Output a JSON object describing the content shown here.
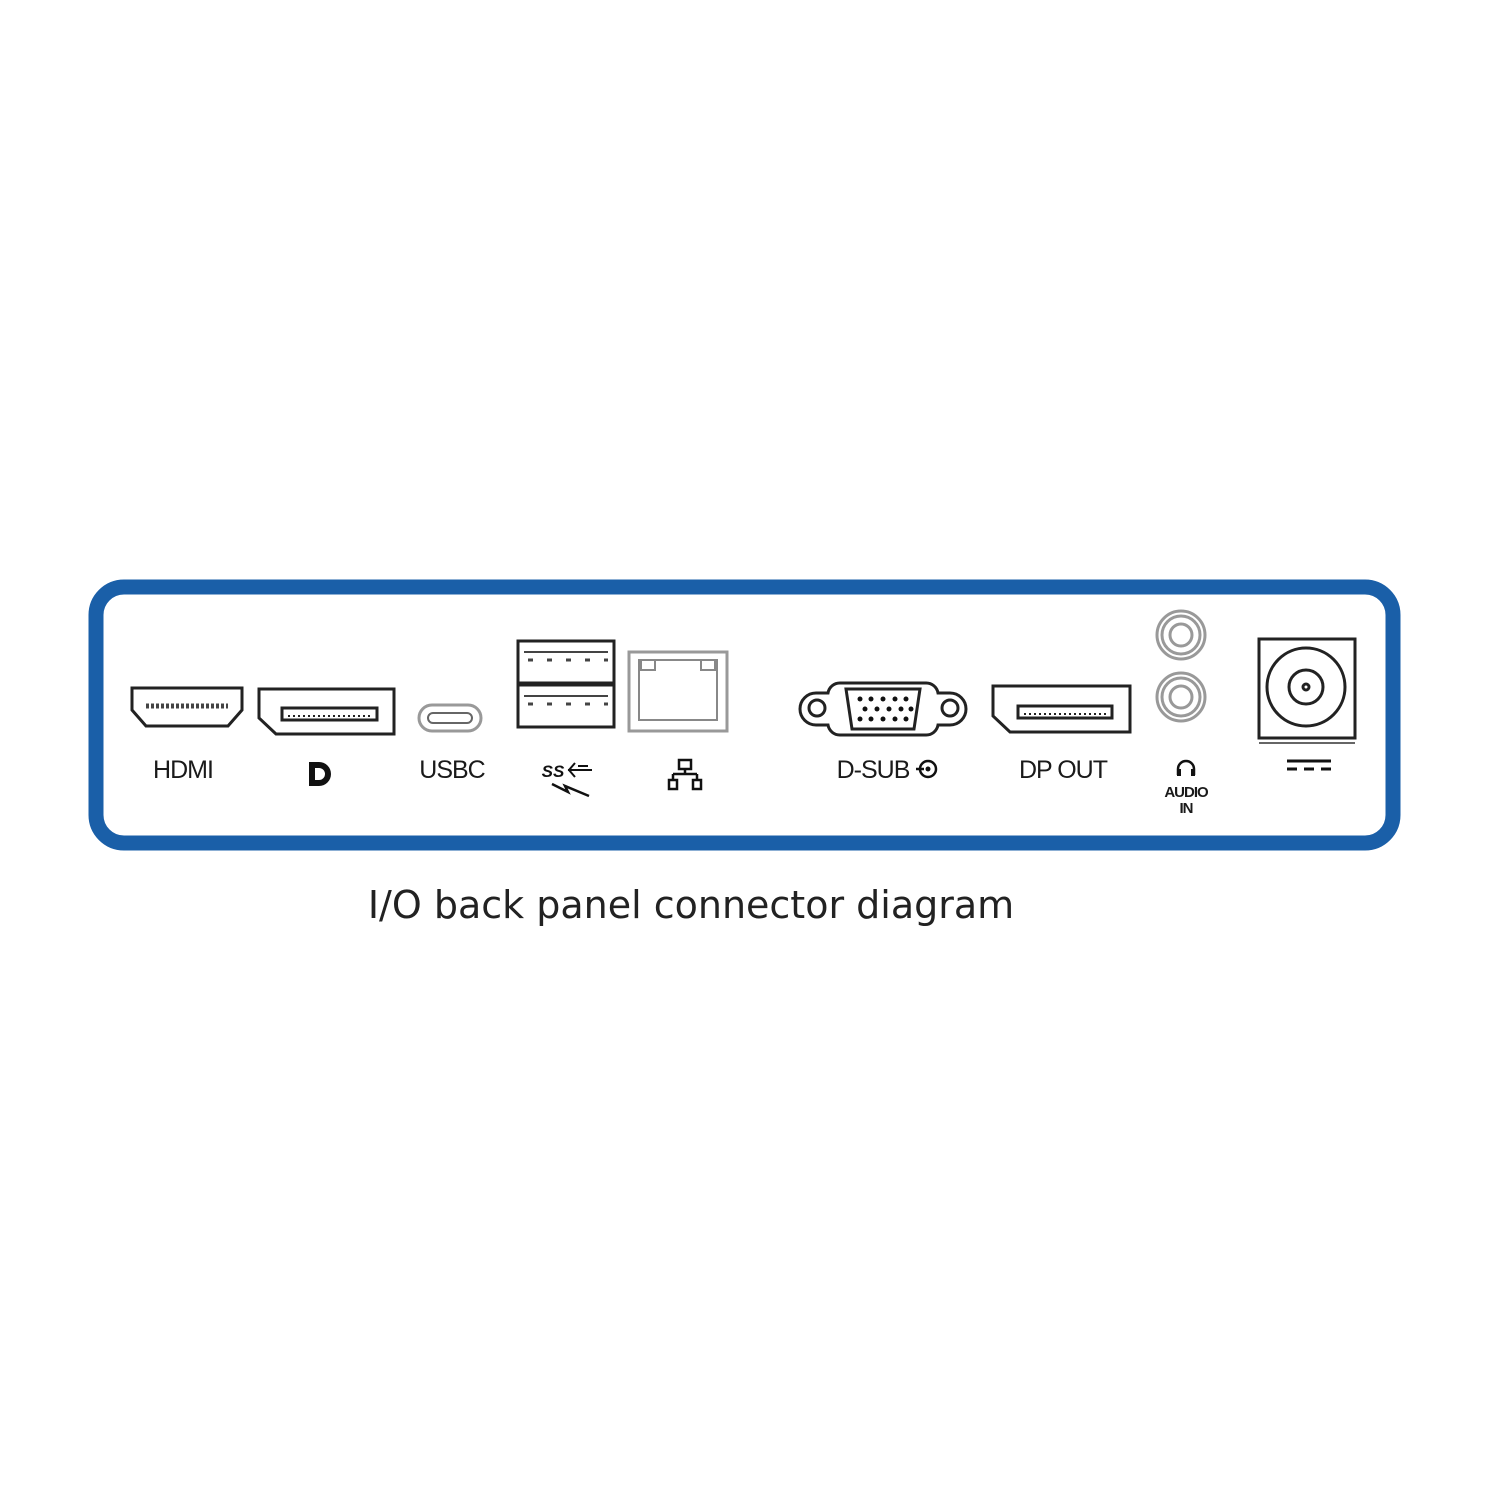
{
  "panel": {
    "border_color": "#1a5fa8",
    "ports": [
      {
        "id": "hdmi",
        "label": "HDMI"
      },
      {
        "id": "displayport",
        "label": "",
        "icon": "displayport-logo-icon"
      },
      {
        "id": "usbc",
        "label": "USBC"
      },
      {
        "id": "usb-a",
        "label": "",
        "icon": "superspeed-usb-charging-icon",
        "icon_text": "SS"
      },
      {
        "id": "ethernet",
        "label": "",
        "icon": "network-icon"
      },
      {
        "id": "vga",
        "label": "D-SUB",
        "icon": "audio-in-out-icon"
      },
      {
        "id": "dp-out",
        "label": "DP OUT"
      },
      {
        "id": "audio",
        "label_line1": "AUDIO",
        "label_line2": "IN",
        "icon": "headphone-icon"
      },
      {
        "id": "dc-power",
        "label": "",
        "icon": "dc-symbol-icon"
      }
    ]
  },
  "caption": "I/O back panel connector diagram"
}
